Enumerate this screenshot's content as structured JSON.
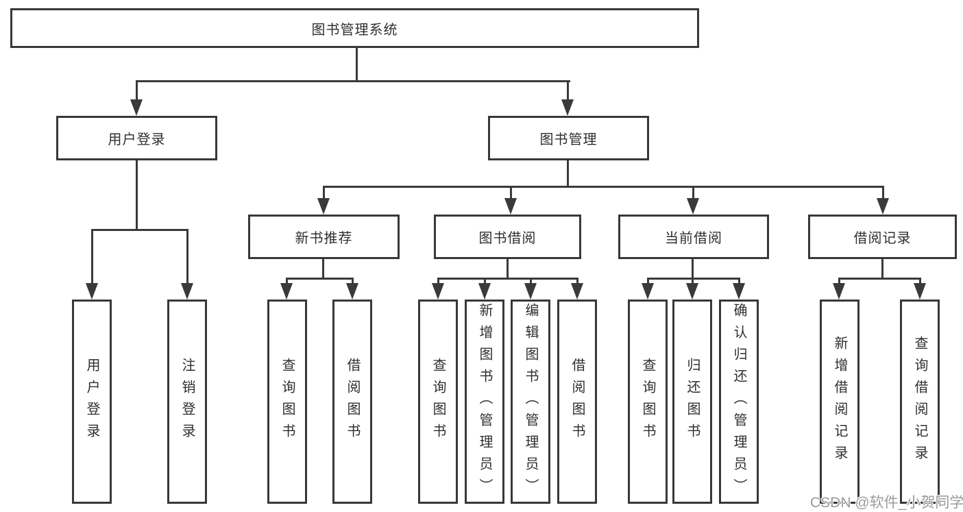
{
  "diagram": {
    "root_label": "图书管理系统",
    "level2": {
      "user_login": "用户登录",
      "book_management": "图书管理"
    },
    "level3": {
      "new_book_recommend": "新书推荐",
      "book_borrowing": "图书借阅",
      "current_borrowing": "当前借阅",
      "borrowing_records": "借阅记录"
    },
    "leaves": {
      "user_login": [
        "用户登录",
        "注销登录"
      ],
      "new_book_recommend": [
        "查询图书",
        "借阅图书"
      ],
      "book_borrowing": [
        "查询图书",
        "新增图书（管理员）",
        "编辑图书（管理员）",
        "借阅图书"
      ],
      "current_borrowing": [
        "查询图书",
        "归还图书",
        "确认归还（管理员）"
      ],
      "borrowing_records": [
        "新增借阅记录",
        "查询借阅记录"
      ]
    },
    "watermark": "CSDN @软件_小贺同学",
    "colors": {
      "line": "#3a3a3a",
      "box_border": "#383838",
      "text": "#2f2f2f",
      "watermark": "#9a9a9a",
      "background": "#ffffff"
    }
  }
}
